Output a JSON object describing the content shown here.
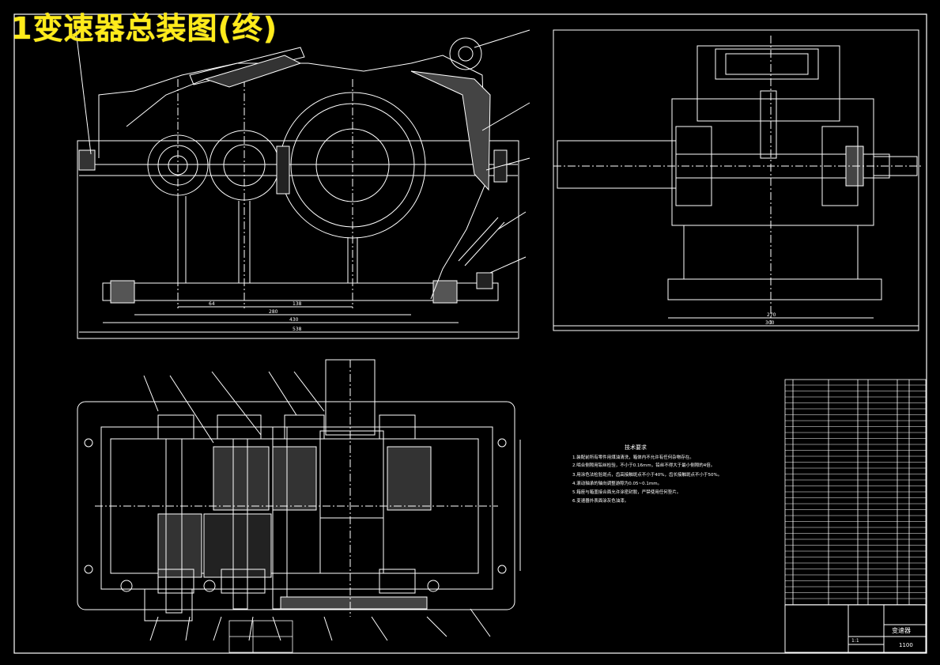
{
  "title": "1变速器总装图(终)",
  "tech_requirements": {
    "heading": "技术要求",
    "items": [
      "1.装配前所有零件用煤油清洗，箱体内不允许有任何杂物存在。",
      "2.啮合侧隙用铅丝检验，不小于0.16mm，铅丝不得大于最小侧隙的4倍。",
      "3.用涂色法检验斑点，齿高接触斑点不小于40%，齿长接触斑点不小于50%。",
      "4.滚动轴承的轴向调整游隙为0.05~0.1mm。",
      "5.箱座与箱盖接合面允许涂密封胶，严禁使用任何垫片。",
      "6.变速器外表面涂灰色油漆。"
    ]
  },
  "title_block": {
    "drawing_name": "变速器",
    "scale": "1:1",
    "number": "1100"
  },
  "dimensions": {
    "front_bottom": [
      "64",
      "138",
      "280",
      "430",
      "538"
    ],
    "side_bottom": [
      "270",
      "300"
    ]
  },
  "colors": {
    "background": "#000000",
    "lines": "#ffffff",
    "title": "#ffeb1a"
  }
}
